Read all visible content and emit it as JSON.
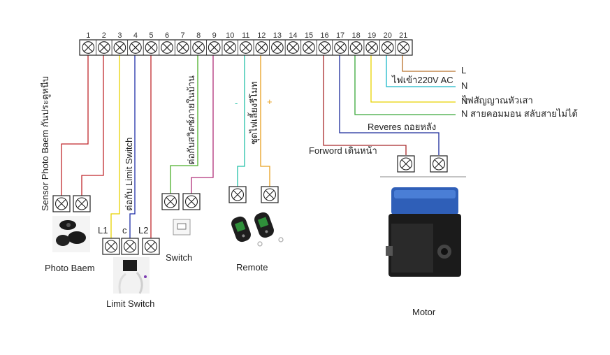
{
  "terminal_block": {
    "numbers": [
      "1",
      "2",
      "3",
      "4",
      "5",
      "6",
      "7",
      "8",
      "9",
      "10",
      "11",
      "12",
      "13",
      "14",
      "15",
      "16",
      "17",
      "18",
      "19",
      "20",
      "21"
    ]
  },
  "power": {
    "L_label": "L",
    "N_label": "N",
    "input_label": "ไฟเข้า220V AC",
    "N2_label": "N",
    "warning_light_label": "ไฟสัญญาณหัวเสา",
    "common_label": "N สายคอมมอน สลับสายไม่ได้"
  },
  "motor": {
    "reverse_label": "Reveres ถอยหลัง",
    "forward_label": "Forword เดินหน้า",
    "caption": "Motor"
  },
  "photo_beam": {
    "vertical_label": "Sensor Photo Baem กันประตูหนีบ",
    "caption": "Photo Baem"
  },
  "limit_switch": {
    "vertical_label": "ต่อกับ Limit Switch",
    "terminal_labels": [
      "L1",
      "c",
      "L2"
    ],
    "caption": "Limit Switch"
  },
  "wall_switch": {
    "vertical_label": "ต่อกับสวิตซ์ภายในบ้าน",
    "caption": "Switch"
  },
  "remote": {
    "vertical_label": "ชุดไฟเลี้ยงรีโมท",
    "minus_label": "-",
    "plus_label": "+",
    "caption": "Remote"
  },
  "wire_colors": {
    "red": "#c0282c",
    "yellow": "#e8d200",
    "blue": "#1f2fa8",
    "green": "#4caf2a",
    "purple": "#b0307a",
    "teal": "#22c0a8",
    "orange": "#e8a020",
    "brown": "#b8702a",
    "cyan": "#1ab8c8",
    "dark_red": "#a8282a",
    "navy": "#1a2a9a",
    "lime": "#3aa83a"
  }
}
